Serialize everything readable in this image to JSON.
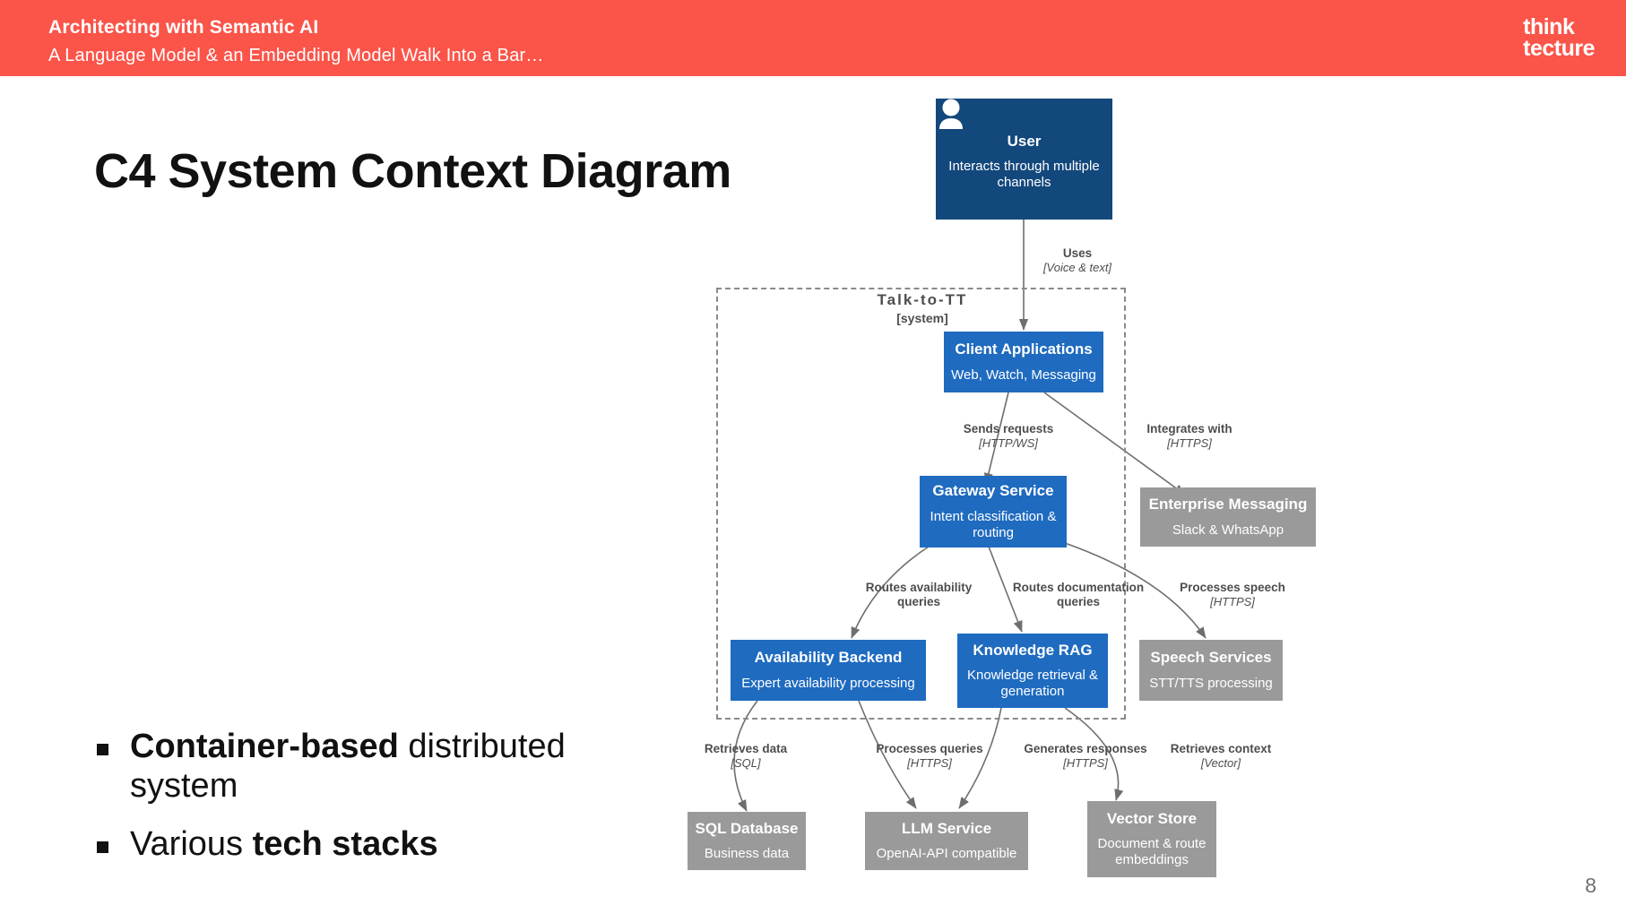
{
  "header": {
    "title": "Architecting with Semantic AI",
    "subtitle": "A Language Model & an Embedding Model Walk Into a Bar…",
    "logo_line1": "think",
    "logo_line2": "tecture",
    "bar_color": "#fb5449"
  },
  "slide": {
    "title": "C4 System Context Diagram",
    "page_number": "8",
    "bullets": [
      {
        "strong": "Container-based",
        "rest": " distributed system",
        "order": "strong-first"
      },
      {
        "lead": "Various ",
        "strong": "tech stacks",
        "order": "strong-last"
      }
    ]
  },
  "diagram": {
    "boundary": {
      "name": "Talk-to-TT",
      "type": "[system]"
    },
    "colors": {
      "person": "#13487c",
      "internal": "#1f6bc0",
      "external": "#9a9a9a",
      "line": "#6e6e6e"
    },
    "nodes": [
      {
        "id": "user",
        "kind": "person",
        "title": "User",
        "desc": "Interacts through multiple channels"
      },
      {
        "id": "client-applications",
        "kind": "internal",
        "title": "Client Applications",
        "desc": "Web, Watch, Messaging"
      },
      {
        "id": "gateway-service",
        "kind": "internal",
        "title": "Gateway Service",
        "desc": "Intent classification & routing"
      },
      {
        "id": "enterprise-messaging",
        "kind": "external",
        "title": "Enterprise Messaging",
        "desc": "Slack & WhatsApp"
      },
      {
        "id": "availability-backend",
        "kind": "internal",
        "title": "Availability Backend",
        "desc": "Expert availability processing"
      },
      {
        "id": "knowledge-rag",
        "kind": "internal",
        "title": "Knowledge RAG",
        "desc": "Knowledge retrieval & generation"
      },
      {
        "id": "speech-services",
        "kind": "external",
        "title": "Speech Services",
        "desc": "STT/TTS processing"
      },
      {
        "id": "sql-database",
        "kind": "external",
        "title": "SQL Database",
        "desc": "Business data"
      },
      {
        "id": "llm-service",
        "kind": "external",
        "title": "LLM Service",
        "desc": "OpenAI-API compatible"
      },
      {
        "id": "vector-store",
        "kind": "external",
        "title": "Vector Store",
        "desc": "Document & route embeddings"
      }
    ],
    "edges": [
      {
        "id": "uses",
        "from": "user",
        "to": "client-applications",
        "desc": "Uses",
        "tech": "[Voice & text]"
      },
      {
        "id": "sends-requests",
        "from": "client-applications",
        "to": "gateway-service",
        "desc": "Sends requests",
        "tech": "[HTTP/WS]"
      },
      {
        "id": "integrates-with",
        "from": "client-applications",
        "to": "enterprise-messaging",
        "desc": "Integrates with",
        "tech": "[HTTPS]"
      },
      {
        "id": "routes-availability-queries",
        "from": "gateway-service",
        "to": "availability-backend",
        "desc": "Routes availability queries",
        "tech": ""
      },
      {
        "id": "routes-documentation-queries",
        "from": "gateway-service",
        "to": "knowledge-rag",
        "desc": "Routes documentation queries",
        "tech": ""
      },
      {
        "id": "processes-speech",
        "from": "gateway-service",
        "to": "speech-services",
        "desc": "Processes speech",
        "tech": "[HTTPS]"
      },
      {
        "id": "retrieves-data",
        "from": "availability-backend",
        "to": "sql-database",
        "desc": "Retrieves data",
        "tech": "[SQL]"
      },
      {
        "id": "processes-queries",
        "from": "availability-backend",
        "to": "llm-service",
        "desc": "Processes queries",
        "tech": "[HTTPS]"
      },
      {
        "id": "generates-responses",
        "from": "knowledge-rag",
        "to": "llm-service",
        "desc": "Generates responses",
        "tech": "[HTTPS]"
      },
      {
        "id": "retrieves-context",
        "from": "knowledge-rag",
        "to": "vector-store",
        "desc": "Retrieves context",
        "tech": "[Vector]"
      }
    ]
  }
}
